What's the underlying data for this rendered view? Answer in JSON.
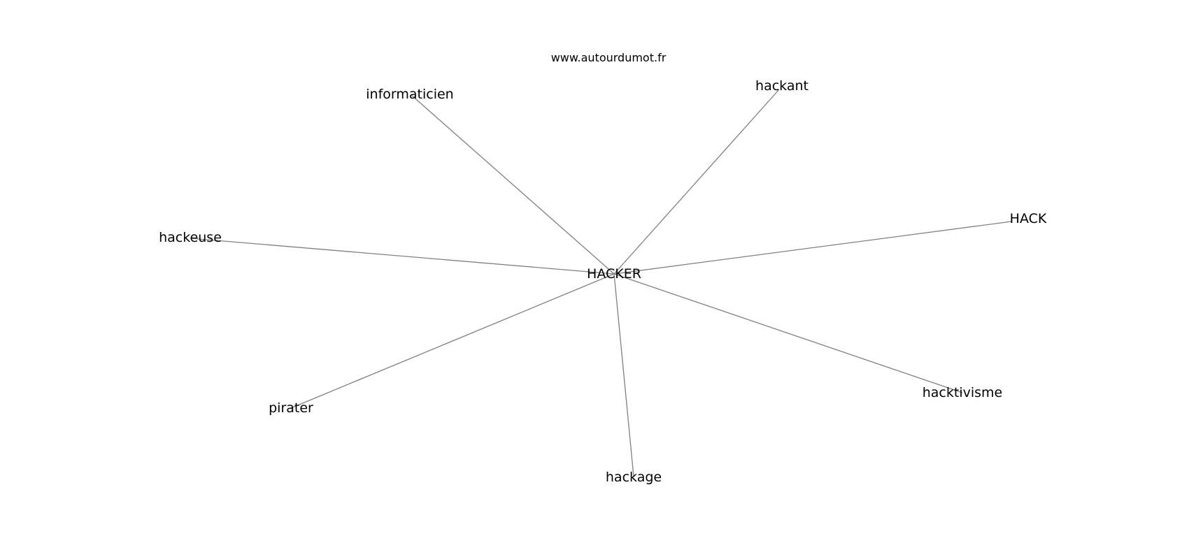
{
  "source": "www.autourdumot.fr",
  "diagram": {
    "center": "HACKER",
    "related": [
      "informaticien",
      "hackant",
      "HACK",
      "hacktivisme",
      "hackage",
      "pirater",
      "hackeuse"
    ],
    "edge_color": "#808080",
    "text_color": "#000000"
  }
}
